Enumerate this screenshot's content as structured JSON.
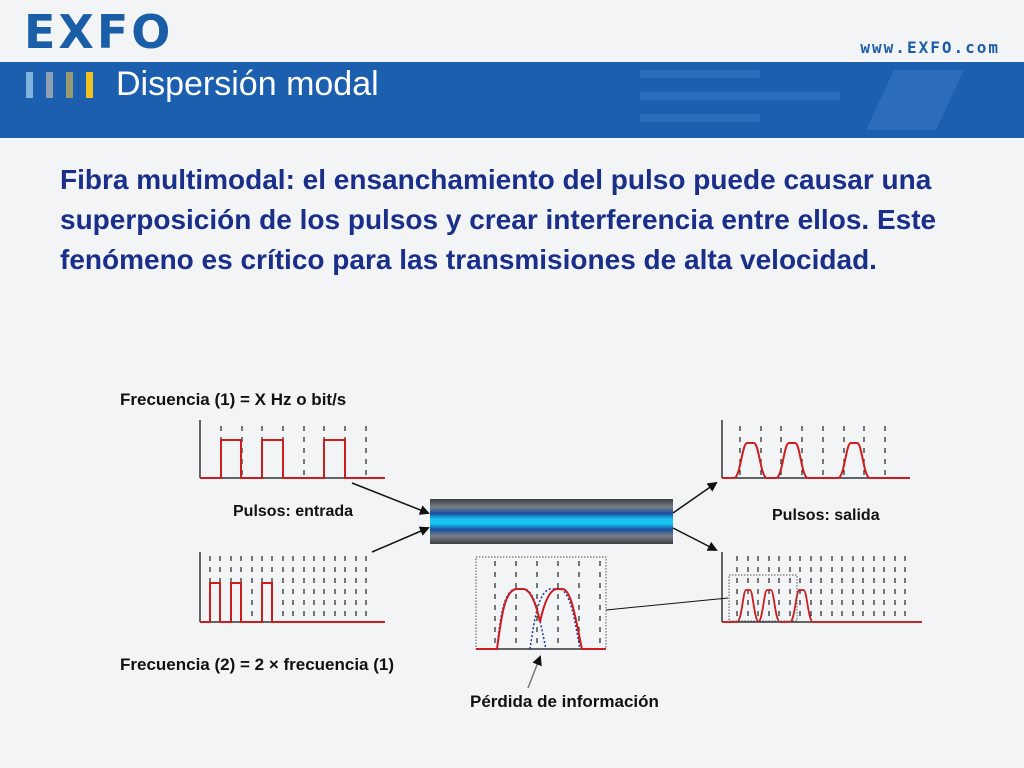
{
  "header": {
    "logo": "EXFO",
    "url": "www.EXFO.com",
    "title": "Dispersión modal",
    "bar_colors": [
      "#7fb3e0",
      "#8da0b3",
      "#9a9a72",
      "#f0c020"
    ]
  },
  "body_text": "Fibra multimodal: el ensanchamiento del pulso puede causar una superposición de los pulsos y crear interferencia entre ellos. Este fenómeno es crítico para las transmisiones de alta velocidad.",
  "diagram": {
    "freq1_label": "Frecuencia (1) = X Hz o bit/s",
    "input_label": "Pulsos: entrada",
    "output_label": "Pulsos: salida",
    "freq2_label": "Frecuencia (2)  = 2 × frecuencia  (1)",
    "loss_label": "Pérdida de información",
    "colors": {
      "pulse": "#cc1e1e",
      "fiber_core": "#19c4f0",
      "axis": "#333333",
      "text": "#1a2f8a"
    }
  }
}
